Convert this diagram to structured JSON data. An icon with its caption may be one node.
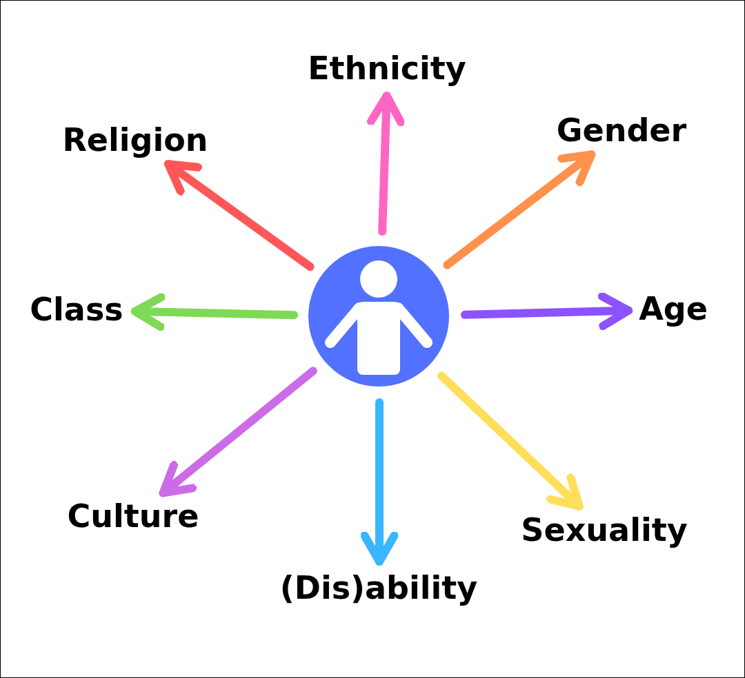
{
  "diagram": {
    "nodes": [
      {
        "text": [],
        "shape": "circle"
      },
      {
        "text": [
          "Ethnicity"
        ]
      },
      {
        "text": [
          "Religion"
        ]
      },
      {
        "text": [
          "Gender"
        ]
      },
      {
        "text": [
          "Class"
        ]
      },
      {
        "text": [
          "Age"
        ]
      },
      {
        "text": [
          "Culture"
        ]
      },
      {
        "text": [
          "Sexuality"
        ]
      },
      {
        "text": [
          "(Dis)ability"
        ]
      }
    ],
    "edges": [
      {
        "from": 0,
        "to": 1,
        "arrow": "to",
        "color": "#ff66c4"
      },
      {
        "from": 0,
        "to": 2,
        "arrow": "to",
        "color": "#ff5757"
      },
      {
        "from": 0,
        "to": 3,
        "arrow": "to",
        "color": "#ff914d"
      },
      {
        "from": 0,
        "to": 4,
        "arrow": "to",
        "color": "#7ed957"
      },
      {
        "from": 0,
        "to": 5,
        "arrow": "to",
        "color": "#8c52ff"
      },
      {
        "from": 0,
        "to": 6,
        "arrow": "to",
        "color": "#cb6ce6"
      },
      {
        "from": 0,
        "to": 7,
        "arrow": "to",
        "color": "#ffde59"
      },
      {
        "from": 0,
        "to": 8,
        "arrow": "to",
        "color": "#38b6ff"
      }
    ]
  }
}
